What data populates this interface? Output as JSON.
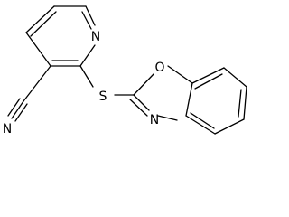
{
  "molecule": {
    "atoms": {
      "pyridine_n": "N",
      "bridge_s": "S",
      "oxazole_o": "O",
      "oxazole_n": "N",
      "nitrile_n": "N"
    },
    "colors": {
      "bond": "#000000",
      "label": "#000000",
      "background": "#ffffff"
    }
  }
}
